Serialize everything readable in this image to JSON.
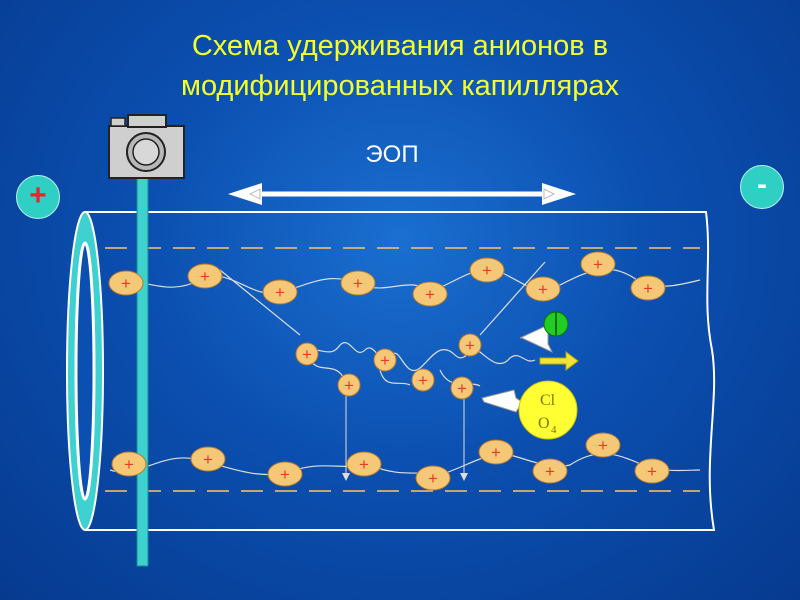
{
  "title": {
    "line1": "Схема удерживания анионов в",
    "line2": "модифицированных капиллярах"
  },
  "flow_label": "ЭОП",
  "electrodes": {
    "positive": "+",
    "negative": "-"
  },
  "charge_symbol": "+",
  "anion": {
    "line1": "Cl",
    "line2": "O",
    "subscript": "4"
  },
  "icons": {
    "detector": "camera-icon",
    "small_anion": "green-ion-icon"
  },
  "colors": {
    "background": "#0b4fb0",
    "title": "#f5ff2a",
    "tube": "#5ad8d8",
    "charge_fill": "#f5c878",
    "charge_sign": "#e83a2a",
    "anion_fill": "#ffff33",
    "small_anion_fill": "#22cc22"
  }
}
